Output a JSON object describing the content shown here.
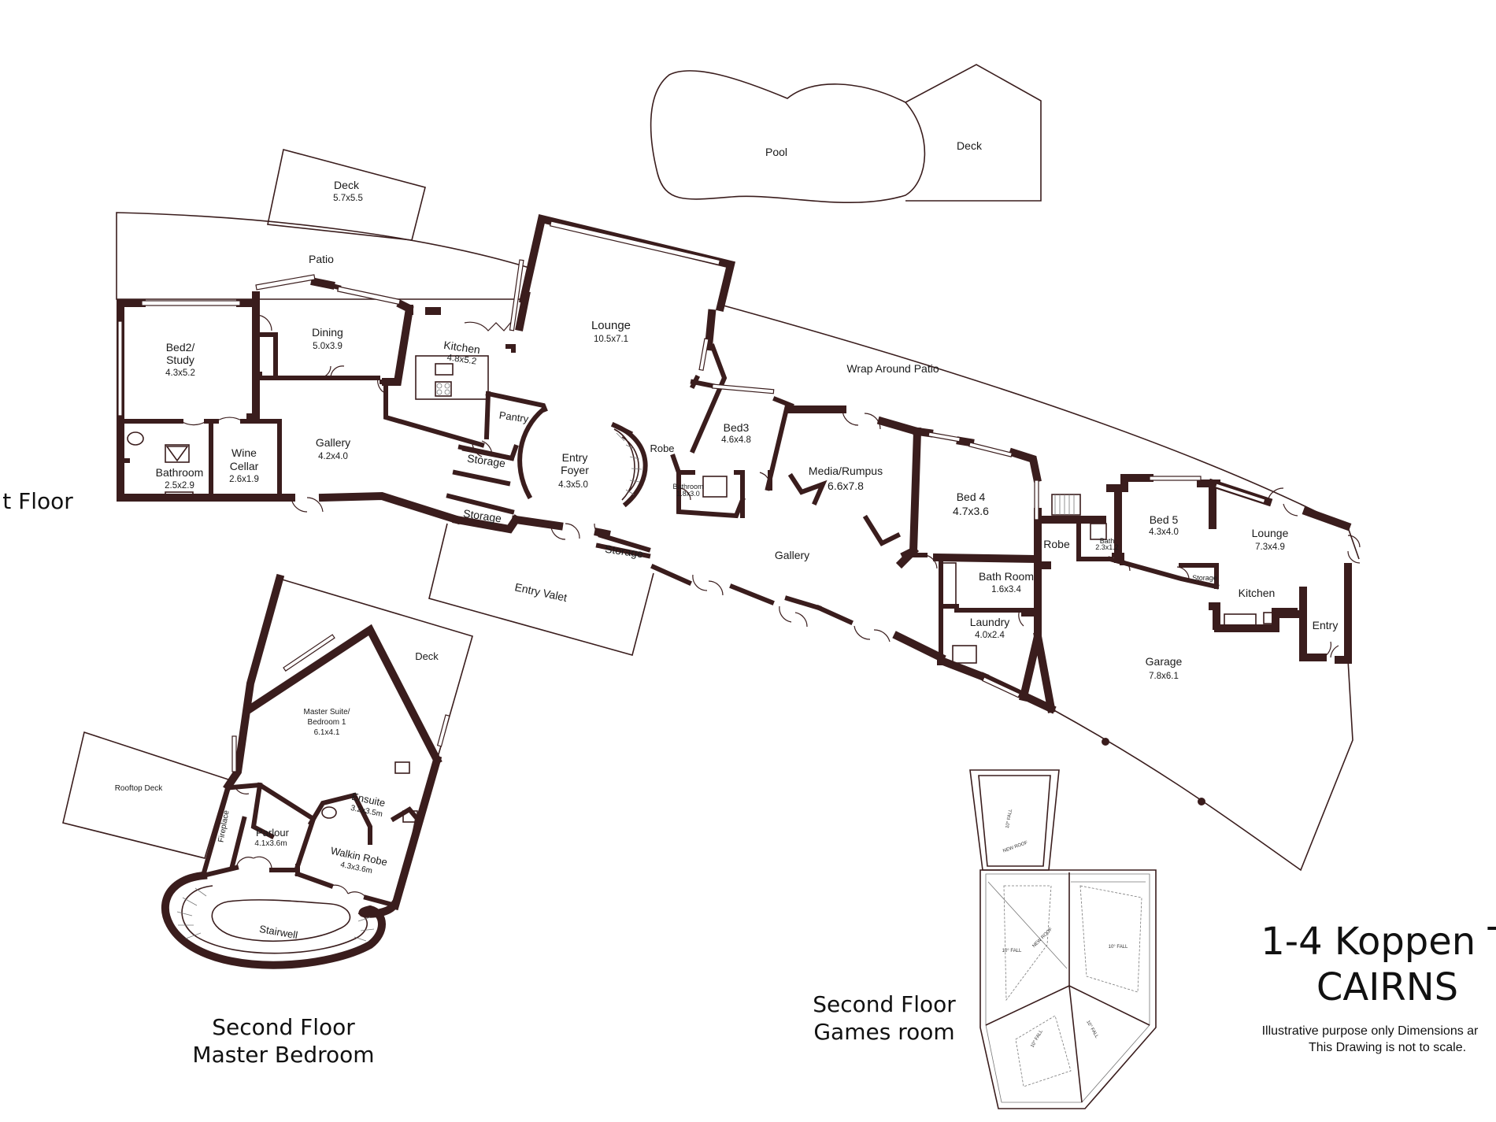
{
  "floors": {
    "first_floor_label": "t Floor",
    "second_floor_master_line1": "Second Floor",
    "second_floor_master_line2": "Master Bedroom",
    "second_floor_games_line1": "Second Floor",
    "second_floor_games_line2": "Games room"
  },
  "title": {
    "line1": "1-4 Koppen T",
    "line2": "CAIRNS",
    "disclaimer1": "Illustrative purpose only Dimensions ar",
    "disclaimer2": "This Drawing is not to scale."
  },
  "rooms": {
    "pool": {
      "name": "Pool"
    },
    "deck_pool": {
      "name": "Deck"
    },
    "deck_top": {
      "name": "Deck",
      "dim": "5.7x5.5"
    },
    "patio": {
      "name": "Patio"
    },
    "lounge": {
      "name": "Lounge",
      "dim": "10.5x7.1"
    },
    "wrap_patio": {
      "name": "Wrap Around Patio"
    },
    "bed2": {
      "name1": "Bed2/",
      "name2": "Study",
      "dim": "4.3x5.2"
    },
    "dining": {
      "name": "Dining",
      "dim": "5.0x3.9"
    },
    "kitchen": {
      "name": "Kitchen",
      "dim": "4.8x5.2"
    },
    "pantry": {
      "name": "Pantry"
    },
    "gallery_west": {
      "name": "Gallery",
      "dim": "4.2x4.0"
    },
    "bathroom": {
      "name": "Bathroom",
      "dim": "2.5x2.9"
    },
    "wine": {
      "name1": "Wine",
      "name2": "Cellar",
      "dim": "2.6x1.9"
    },
    "storage1": {
      "name": "Storage"
    },
    "storage2": {
      "name": "Storage"
    },
    "storage3": {
      "name": "Storage"
    },
    "entry_foyer": {
      "name1": "Entry",
      "name2": "Foyer",
      "dim": "4.3x5.0"
    },
    "robe_small": {
      "name": "Robe"
    },
    "bathroom_small": {
      "name": "Bathroom",
      "dim": "1.8x3.0"
    },
    "bed3": {
      "name": "Bed3",
      "dim": "4.6x4.8"
    },
    "media": {
      "name": "Media/Rumpus",
      "dim": "6.6x7.8"
    },
    "bed4": {
      "name": "Bed 4",
      "dim": "4.7x3.6"
    },
    "entry_valet": {
      "name": "Entry Valet"
    },
    "gallery_east": {
      "name": "Gallery"
    },
    "robe": {
      "name": "Robe"
    },
    "bath_small": {
      "name": "Bath",
      "dim": "2.3x1.2"
    },
    "bed5": {
      "name": "Bed 5",
      "dim": "4.3x4.0"
    },
    "lounge_east": {
      "name": "Lounge",
      "dim": "7.3x4.9"
    },
    "storage_small": {
      "name": "Storage"
    },
    "kitchen_east": {
      "name": "Kitchen"
    },
    "entry_east": {
      "name": "Entry"
    },
    "bath_room": {
      "name": "Bath Room",
      "dim": "1.6x3.4"
    },
    "laundry": {
      "name": "Laundry",
      "dim": "4.0x2.4"
    },
    "garage": {
      "name": "Garage",
      "dim": "7.8x6.1"
    },
    "deck_master": {
      "name": "Deck"
    },
    "rooftop_deck": {
      "name": "Rooftop Deck"
    },
    "master_suite": {
      "name1": "Master Suite/",
      "name2": "Bedroom 1",
      "dim": "6.1x4.1"
    },
    "ensuite": {
      "name": "Ensuite",
      "dim": "3.2x3.5m"
    },
    "fireplace": {
      "name": "Fireplace"
    },
    "parlour": {
      "name": "Parlour",
      "dim": "4.1x3.6m"
    },
    "walkin": {
      "name": "Walkin Robe",
      "dim": "4.3x3.6m"
    },
    "stairwell": {
      "name": "Stairwell"
    }
  },
  "roof": {
    "fall_top": "10° FALL",
    "new_roof_top": "NEW ROOF",
    "new_roof_mid": "NEW ROOF",
    "fall_left": "10° FALL",
    "fall_right": "10° FALL",
    "fall_bl": "10° FALL",
    "fall_br": "10° FALL"
  },
  "colors": {
    "wall": "#3a1d1d",
    "background": "#ffffff"
  }
}
